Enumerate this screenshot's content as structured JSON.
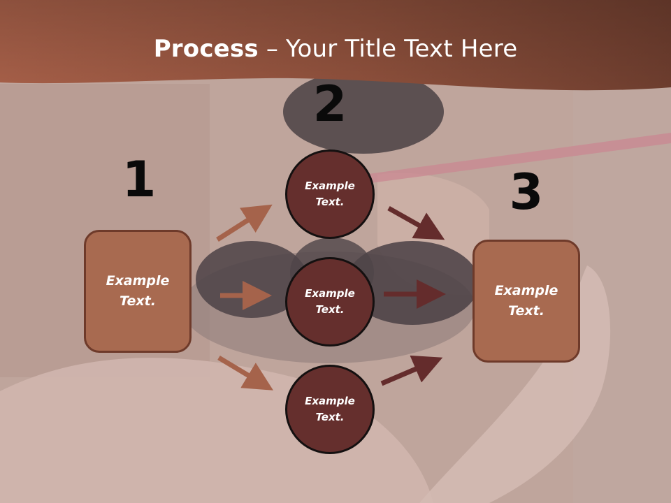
{
  "title": {
    "bold": "Process",
    "rest": " – Your Title Text Here"
  },
  "steps": {
    "one": "1",
    "two": "2",
    "three": "3"
  },
  "boxes": {
    "left": "Example\nText.",
    "right": "Example\nText."
  },
  "circles": {
    "top": "Example\nText.",
    "middle": "Example\nText.",
    "bottom": "Example\nText."
  },
  "colors": {
    "header": "#8b4e3a",
    "box_fill": "#a86a50",
    "box_border": "#6e3a2a",
    "circle_fill": "#652f2d",
    "arrow_light": "#a5634b",
    "arrow_dark": "#642c2c"
  }
}
